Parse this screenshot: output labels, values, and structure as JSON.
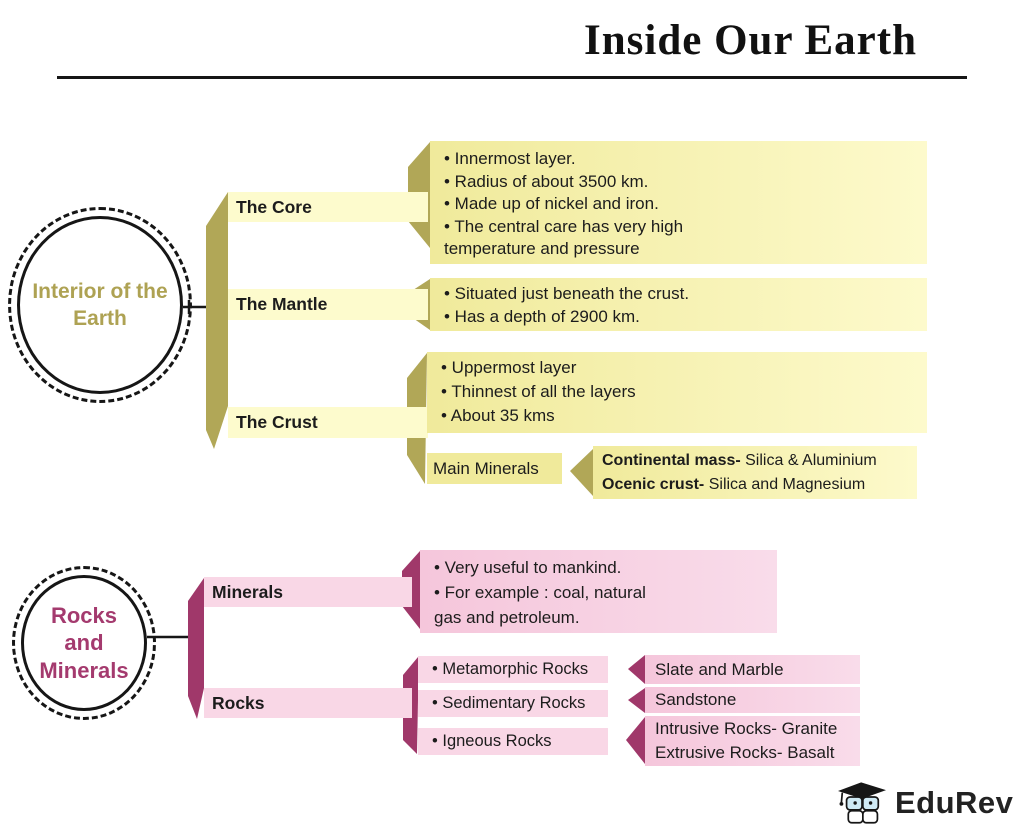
{
  "title": "Inside Our Earth",
  "colors": {
    "olive": "#b1a757",
    "olive-text": "#aea253",
    "yellow-strip": "#fdfbcd",
    "yellow-box": "#f0ea9b",
    "yellow-box-light": "#fdfacc",
    "magenta": "#a0386a",
    "magenta-text": "#a43a6e",
    "pink-strip": "#f9d7e6",
    "pink-box": "#f5c6db",
    "pink-box-light": "#f9dcea",
    "ink": "#1c1c1c"
  },
  "interior": {
    "circle_label": [
      "Interior of the",
      "Earth"
    ],
    "branches": [
      {
        "label": "The Core",
        "bullets": [
          "• Innermost layer.",
          "• Radius of about 3500 km.",
          "• Made up of nickel and iron.",
          "• The central care has very high",
          "temperature and pressure"
        ]
      },
      {
        "label": "The Mantle",
        "bullets": [
          "• Situated just beneath the crust.",
          "• Has a depth of 2900 km."
        ]
      },
      {
        "label": "The Crust",
        "bullets": [
          "• Uppermost layer",
          "• Thinnest of all the layers",
          "• About 35 kms"
        ],
        "sub": {
          "label": "Main Minerals",
          "details": [
            {
              "bold": "Continental mass-",
              "text": " Silica & Aluminium"
            },
            {
              "bold": "Ocenic crust-",
              "text": " Silica and Magnesium"
            }
          ]
        }
      }
    ]
  },
  "rocks_minerals": {
    "circle_label": [
      "Rocks",
      "and",
      "Minerals"
    ],
    "minerals_branch": {
      "label": "Minerals",
      "bullets": [
        "• Very useful to mankind.",
        "• For example : coal, natural",
        "gas and petroleum."
      ]
    },
    "rocks_branch": {
      "label": "Rocks",
      "rows": [
        {
          "type": "• Metamorphic Rocks",
          "examples": [
            "Slate and Marble"
          ]
        },
        {
          "type": "• Sedimentary Rocks",
          "examples": [
            "Sandstone"
          ]
        },
        {
          "type": "• Igneous Rocks",
          "examples": [
            "Intrusive Rocks- Granite",
            "Extrusive Rocks- Basalt"
          ]
        }
      ]
    }
  },
  "footer": {
    "brand": "EduRev"
  }
}
